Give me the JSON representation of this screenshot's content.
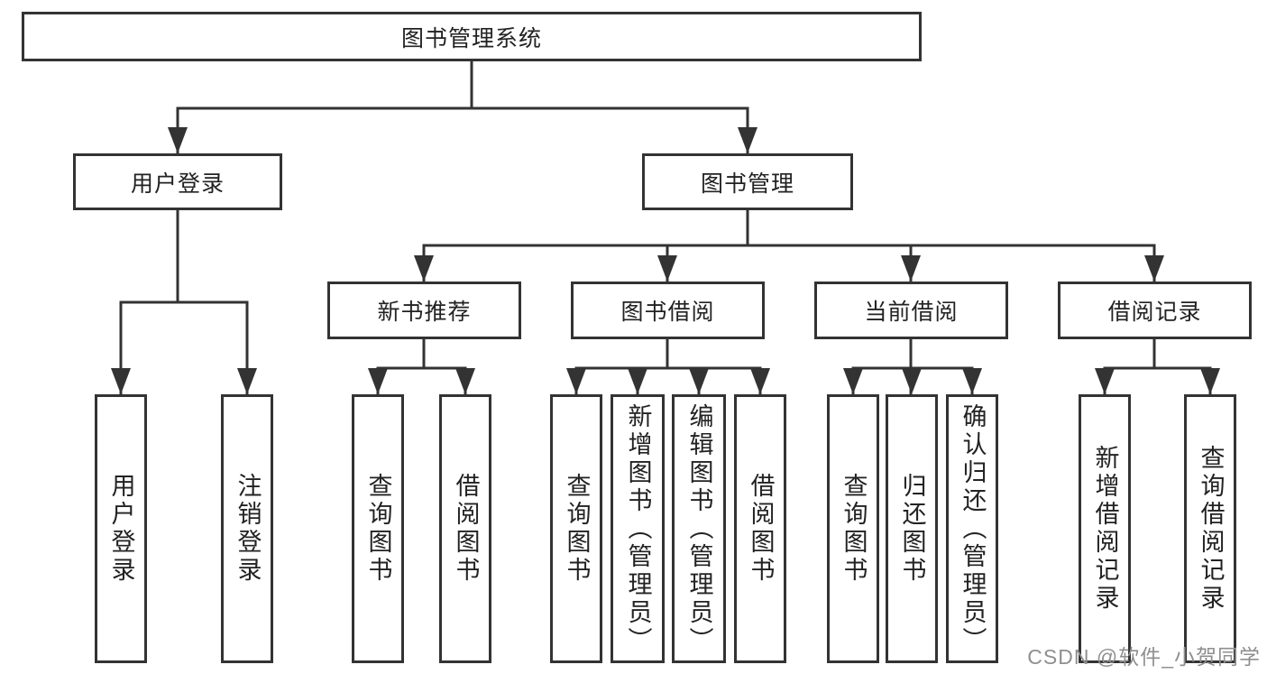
{
  "diagram": {
    "root": {
      "label": "图书管理系统"
    },
    "level2": [
      {
        "label": "用户登录"
      },
      {
        "label": "图书管理"
      }
    ],
    "level3": [
      {
        "label": "新书推荐"
      },
      {
        "label": "图书借阅"
      },
      {
        "label": "当前借阅"
      },
      {
        "label": "借阅记录"
      }
    ],
    "leaves": [
      {
        "label": "用户登录"
      },
      {
        "label": "注销登录"
      },
      {
        "label": "查询图书"
      },
      {
        "label": "借阅图书"
      },
      {
        "label": "查询图书"
      },
      {
        "label": "新增图书（管理员）"
      },
      {
        "label": "编辑图书（管理员）"
      },
      {
        "label": "借阅图书"
      },
      {
        "label": "查询图书"
      },
      {
        "label": "归还图书"
      },
      {
        "label": "确认归还（管理员）"
      },
      {
        "label": "新增借阅记录"
      },
      {
        "label": "查询借阅记录"
      }
    ]
  },
  "watermark": {
    "text": "CSDN @软件_小贺同学"
  },
  "colors": {
    "line": "#333333",
    "text": "#222222",
    "box_background": "#ffffff",
    "watermark": "#8f8f8f"
  }
}
